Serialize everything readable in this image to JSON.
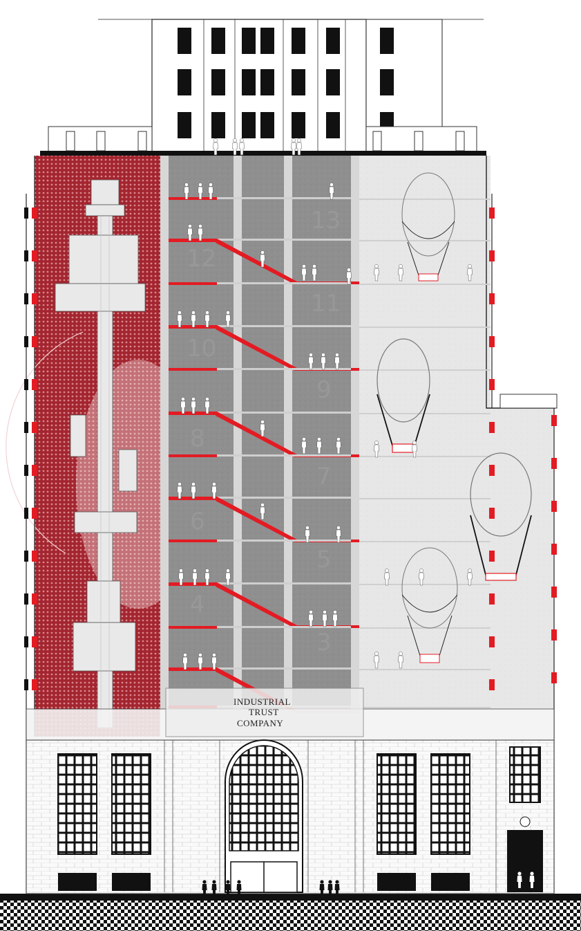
{
  "sign": {
    "line1": "INDUSTRIAL",
    "line2": "TRUST",
    "line3": "COMPANY"
  },
  "floors": [
    "3",
    "4",
    "5",
    "6",
    "7",
    "8",
    "9",
    "10",
    "11",
    "12",
    "13"
  ],
  "colors": {
    "accent_red": "#e31b23",
    "wall_red": "#a3252f",
    "concrete": "#8f8f8f",
    "light_concrete": "#e6e6e6",
    "ink": "#111111"
  },
  "icons": {
    "balloon": "balloon-icon",
    "person": "person-icon",
    "machine": "machine-icon"
  }
}
